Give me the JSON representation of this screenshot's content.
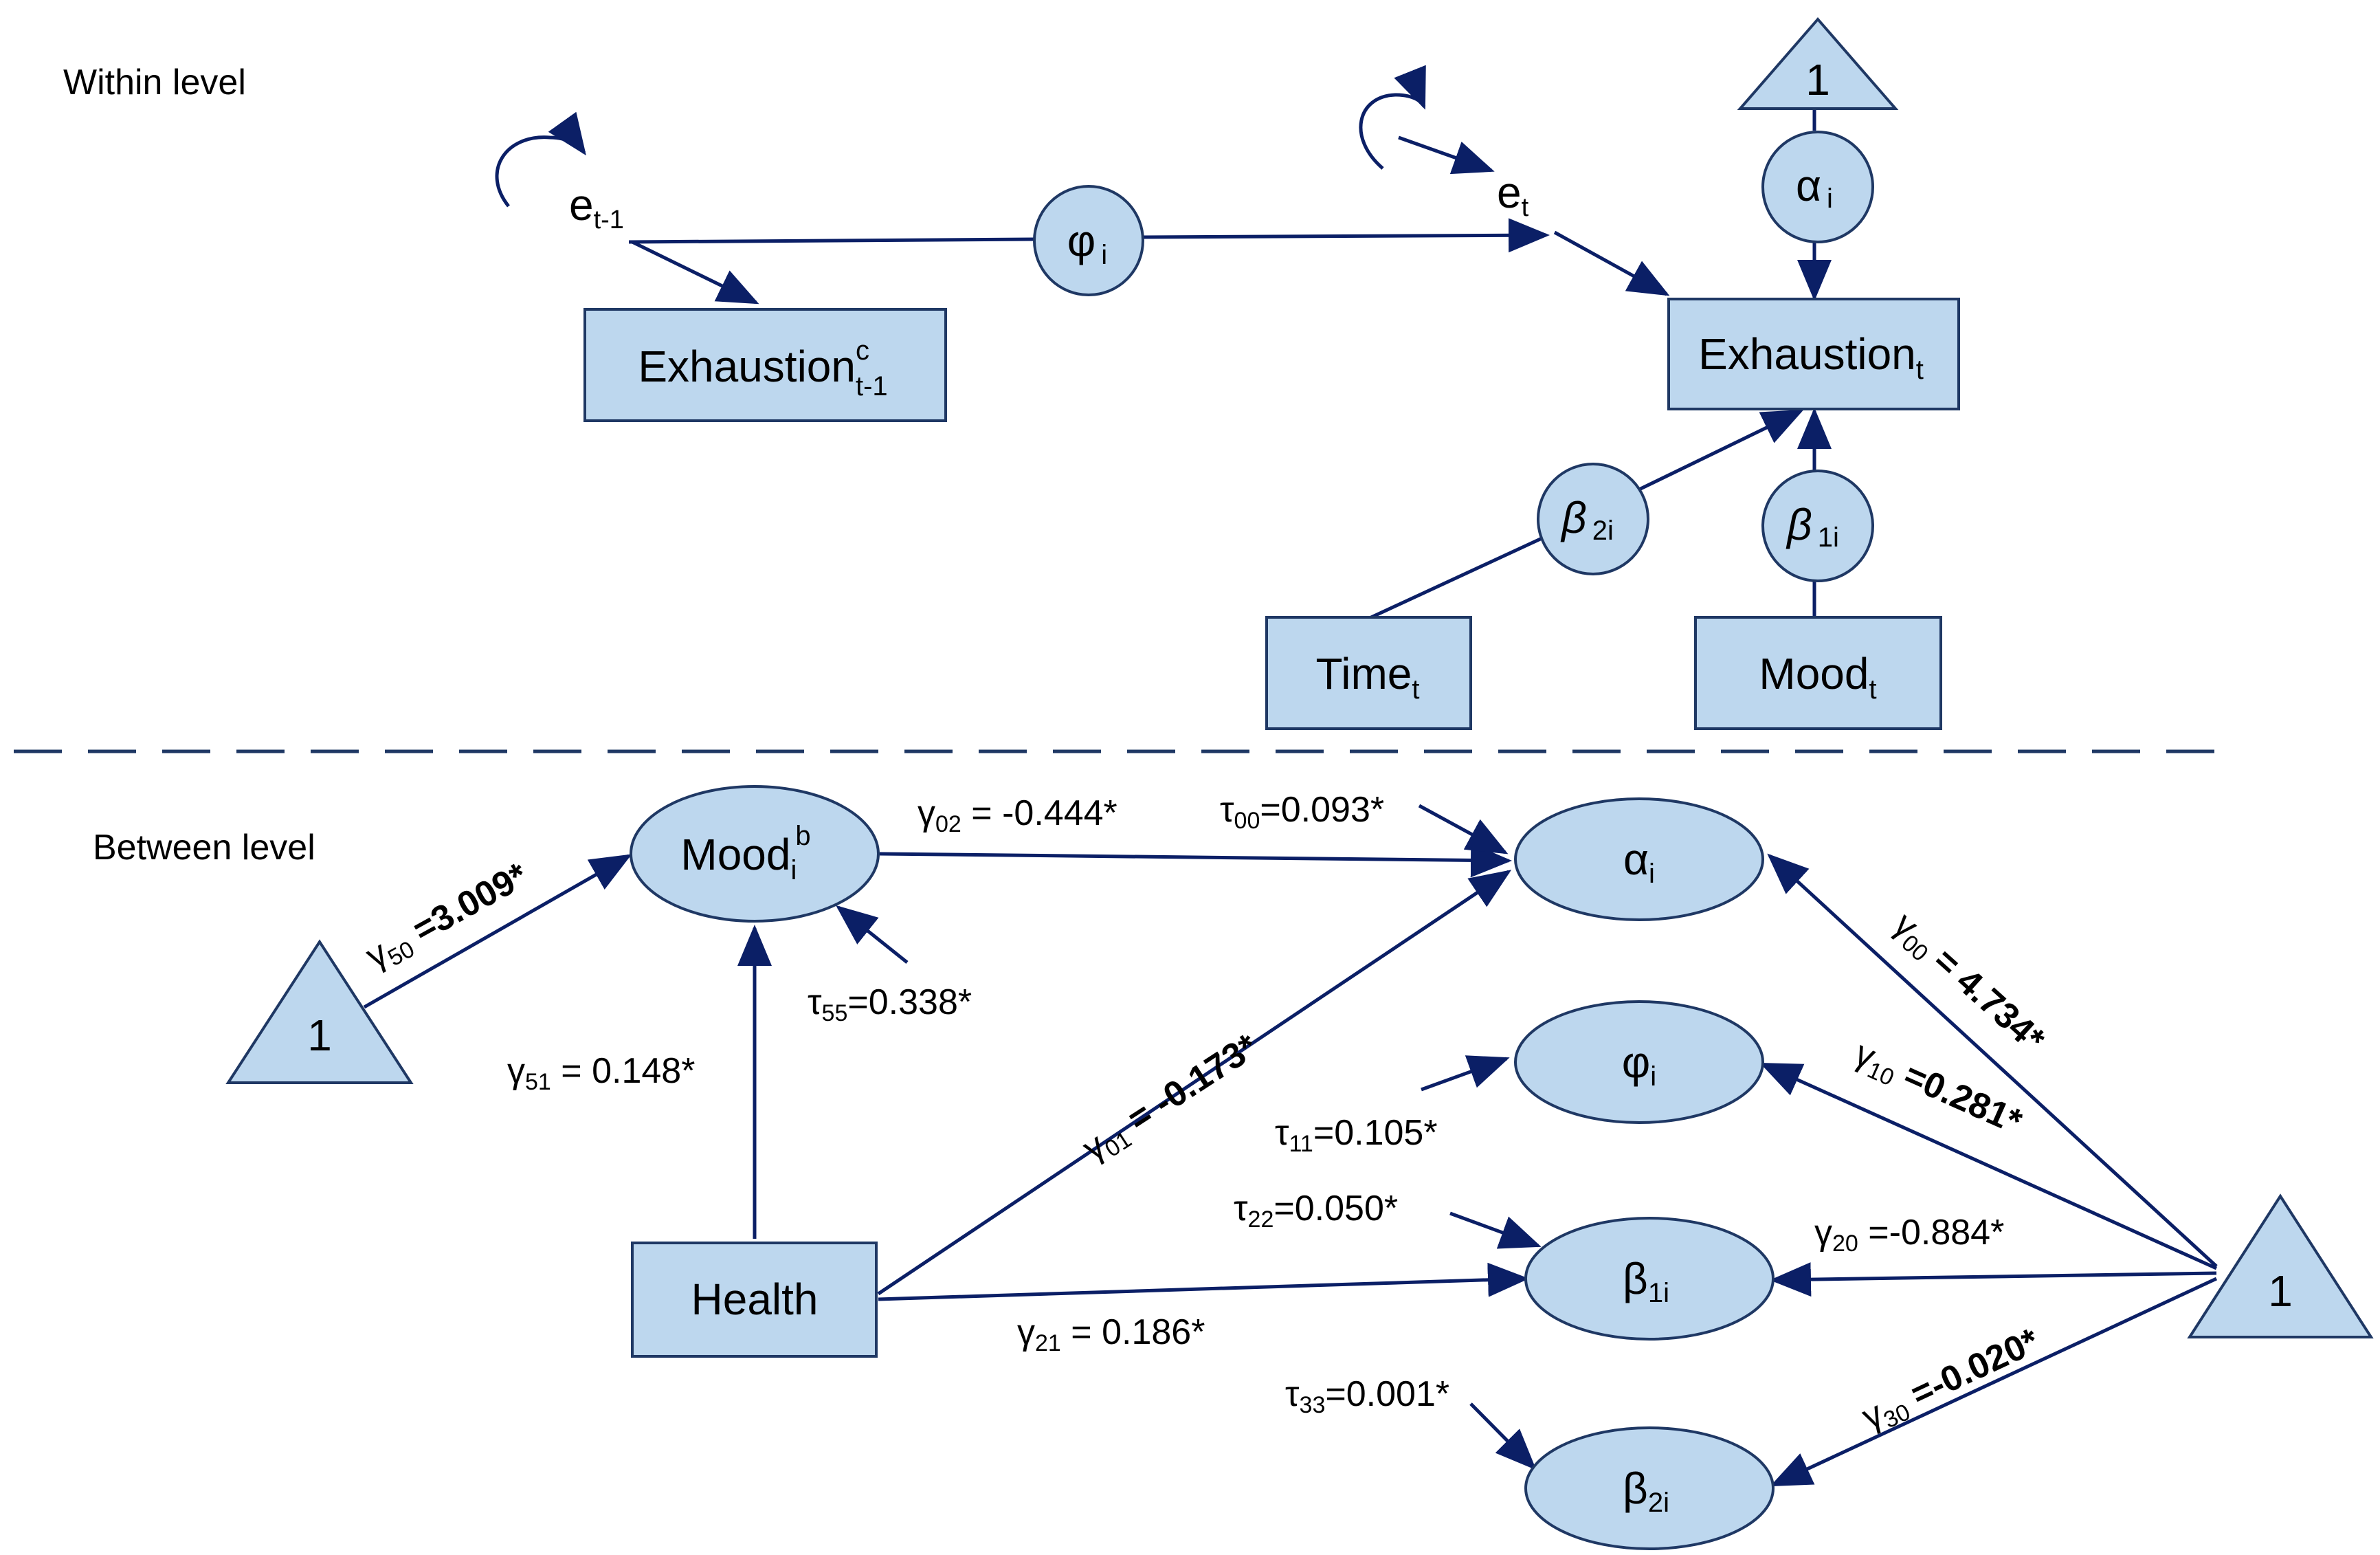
{
  "levels": {
    "within": "Within level",
    "between": "Between level"
  },
  "within": {
    "e_prev": {
      "base": "e",
      "sub": "t-1"
    },
    "e_curr": {
      "base": "e",
      "sub": "t"
    },
    "phi": {
      "base": "φ",
      "sub": "i"
    },
    "alpha": {
      "base": "α",
      "sub": "i"
    },
    "beta2": {
      "base": "β",
      "sub": "2i"
    },
    "beta1": {
      "base": "β",
      "sub": "1i"
    },
    "const": "1",
    "exh_prev": {
      "base": "Exhaustion",
      "sup": "c",
      "sub": "t-1"
    },
    "exh_curr": {
      "base": "Exhaustion",
      "sub": "t"
    },
    "time": {
      "base": "Time",
      "sub": "t"
    },
    "mood": {
      "base": "Mood",
      "sub": "t"
    }
  },
  "between": {
    "mood": {
      "base": "Mood",
      "sub": "i",
      "sup": "b"
    },
    "alpha": {
      "base": "α",
      "sub": "i"
    },
    "phi": {
      "base": "φ",
      "sub": "i"
    },
    "beta1": {
      "base": "β",
      "sub": "1i"
    },
    "beta2": {
      "base": "β",
      "sub": "2i"
    },
    "health": "Health",
    "const_left": "1",
    "const_right": "1",
    "labels": {
      "g50": {
        "sym": "γ",
        "sub": "50",
        "val": " =3.009*"
      },
      "g02": {
        "sym": "γ",
        "sub": "02",
        "val": " = -0.444*"
      },
      "t00": {
        "sym": "τ",
        "sub": "00",
        "val": "=0.093*"
      },
      "t55": {
        "sym": "τ",
        "sub": "55",
        "val": "=0.338*"
      },
      "g51": {
        "sym": "γ",
        "sub": "51",
        "val": " = 0.148*"
      },
      "g01": {
        "sym": "γ",
        "sub": "01",
        "val": " = -0.173*"
      },
      "g00": {
        "sym": "γ",
        "sub": "00",
        "val": " = 4.734*"
      },
      "g10": {
        "sym": "γ",
        "sub": "10",
        "val": " =0.281*"
      },
      "t11": {
        "sym": "τ",
        "sub": "11",
        "val": "=0.105*"
      },
      "t22": {
        "sym": "τ",
        "sub": "22",
        "val": "=0.050*"
      },
      "g20": {
        "sym": "γ",
        "sub": "20",
        "val": " =-0.884*"
      },
      "g21": {
        "sym": "γ",
        "sub": "21",
        "val": " = 0.186*"
      },
      "t33": {
        "sym": "τ",
        "sub": "33",
        "val": "=0.001*"
      },
      "g30": {
        "sym": "γ",
        "sub": "30",
        "val": " =-0.020*"
      }
    }
  },
  "colors": {
    "fill": "#bdd7ee",
    "stroke": "#1f3864",
    "arrow": "#0b1f66"
  }
}
